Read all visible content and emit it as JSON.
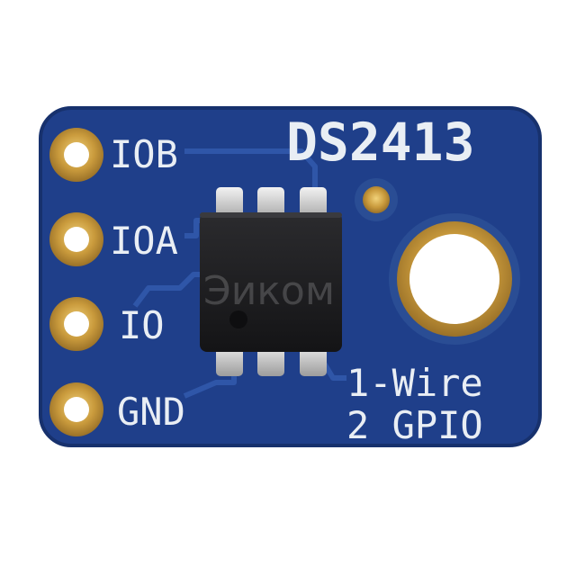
{
  "board": {
    "title": "DS2413",
    "subtitle_line1": "1-Wire",
    "subtitle_line2": "2 GPIO",
    "pins": [
      "IOB",
      "IOA",
      "IO",
      "GND"
    ],
    "watermark": "Эиком"
  },
  "colors": {
    "pcb": "#1f3f8a",
    "pcb_edge": "#17316d",
    "trace": "#2f56a8",
    "silkscreen": "#e9eef4",
    "gold": "#c9a44a",
    "chip": "#1c1c1e",
    "background": "#ffffff"
  }
}
